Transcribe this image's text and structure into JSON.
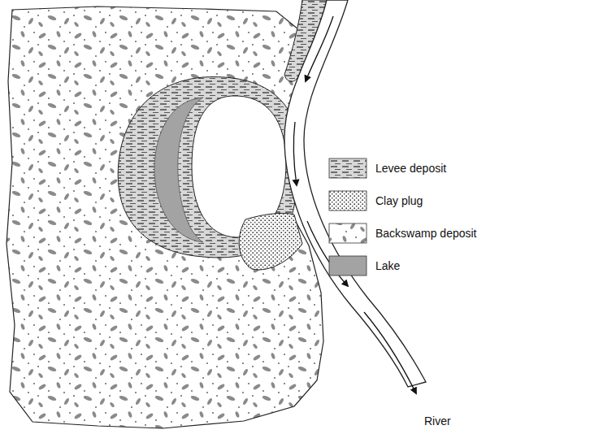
{
  "diagram": {
    "labels": [
      "River"
    ],
    "legend": [
      {
        "text": "Levee deposit"
      },
      {
        "text": "Clay plug"
      },
      {
        "text": "Backswamp deposit"
      },
      {
        "text": "Lake"
      }
    ]
  }
}
